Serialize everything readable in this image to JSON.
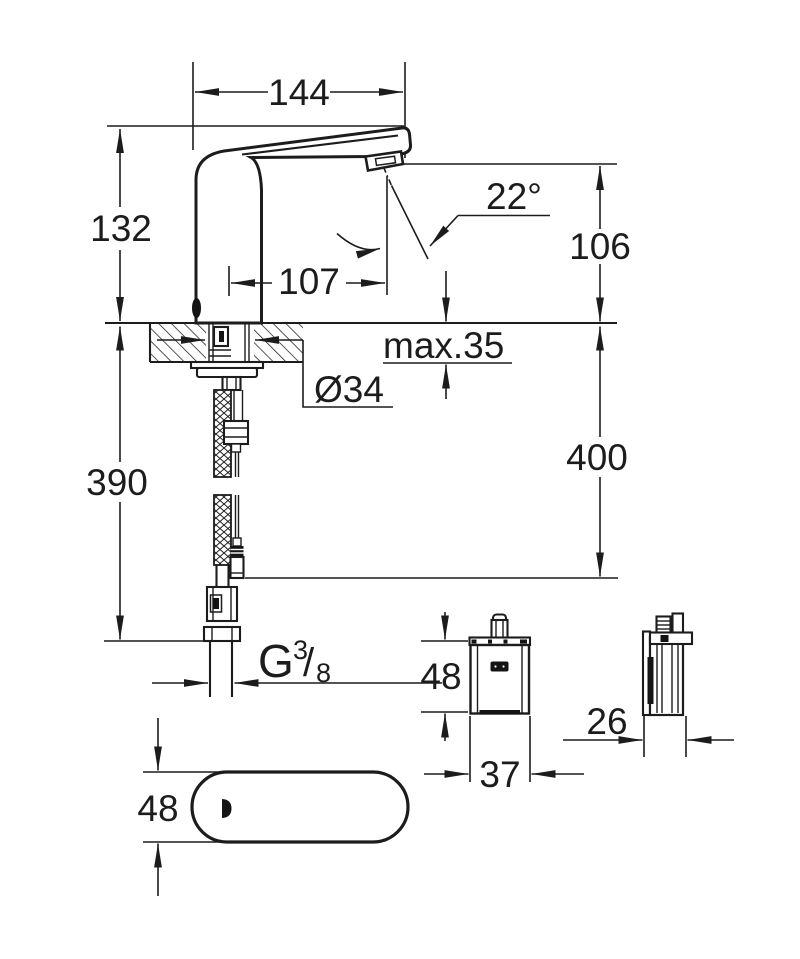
{
  "page": {
    "background": "#ffffff",
    "line_color": "#1c1c1c"
  },
  "drawing": {
    "dimensions": {
      "spout_projection": {
        "label": "144"
      },
      "body_height": {
        "label": "132"
      },
      "outlet_projection": {
        "label": "107"
      },
      "spray_angle": {
        "label": "22°"
      },
      "outlet_height": {
        "label": "106"
      },
      "max_deck_thickness": {
        "label": "max.35"
      },
      "hole_diameter": {
        "label": "Ø34"
      },
      "hose_drop": {
        "label": "400"
      },
      "shank_drop": {
        "label": "390"
      },
      "supply_thread": {
        "prefix": "G",
        "numerator": "3",
        "slash": "/",
        "denominator": "8"
      },
      "control_box_height": {
        "label": "48"
      },
      "control_box_width": {
        "label": "37"
      },
      "control_box_depth": {
        "label": "26"
      },
      "base_width": {
        "label": "48"
      }
    }
  }
}
